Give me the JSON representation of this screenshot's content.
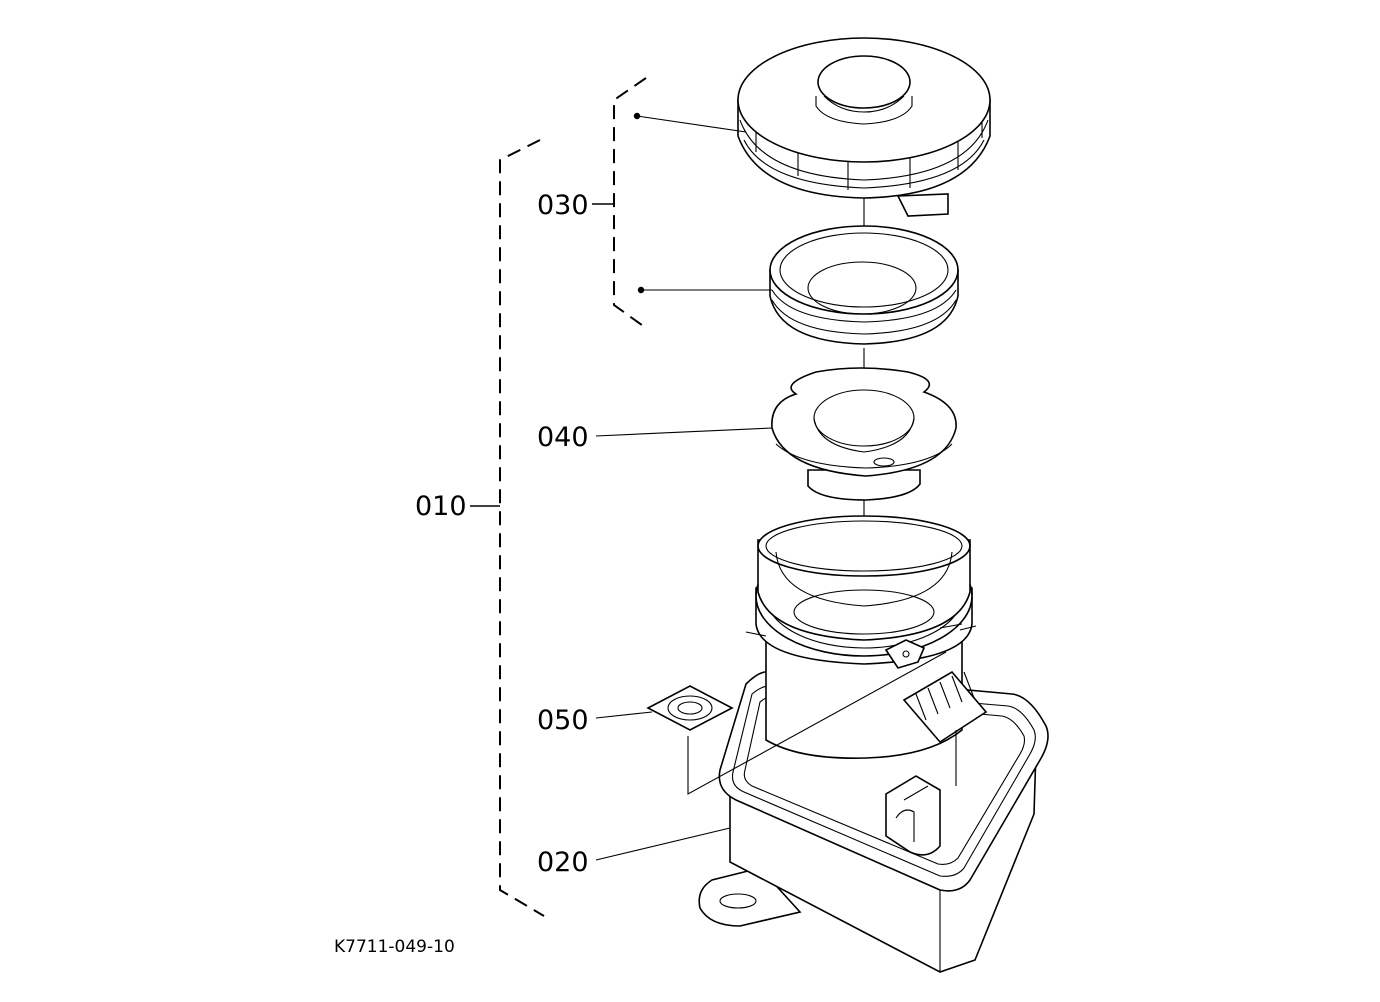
{
  "diagram": {
    "drawing_code": "K7711-049-10",
    "callouts": [
      {
        "id": "010",
        "label": "010"
      },
      {
        "id": "020",
        "label": "020"
      },
      {
        "id": "030",
        "label": "030"
      },
      {
        "id": "040",
        "label": "040"
      },
      {
        "id": "050",
        "label": "050"
      }
    ]
  }
}
